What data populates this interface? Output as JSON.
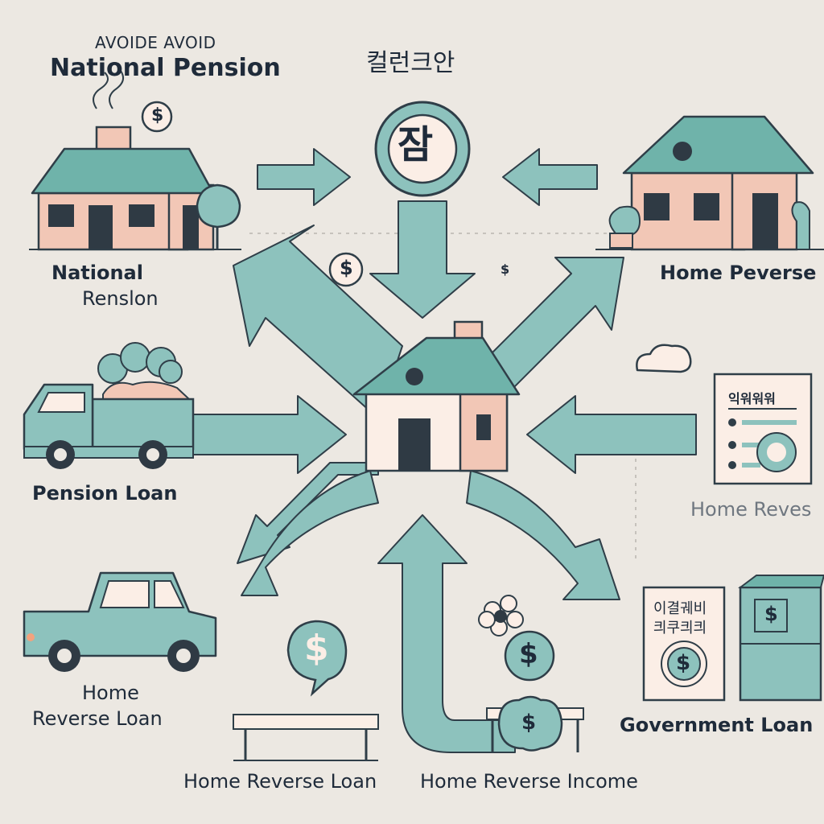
{
  "header": {
    "subtitle": "AVOIDE AVOID",
    "title": "National Pension",
    "korean_title": "컬런크안",
    "center_badge": "잠"
  },
  "labels": {
    "national_pension": "National",
    "national_pension_line2": "Renslon",
    "home_reverse_top": "Home Peverse",
    "pension_loan": "Pension Loan",
    "home_reverse_right": "Home  Reves",
    "home_reverse_loan_left_1": "Home",
    "home_reverse_loan_left_2": "Reverse Loan",
    "government_loan": "Government Loan",
    "bottom_left": "Home Reverse Loan",
    "bottom_right": "Home Reverse Income"
  },
  "doc_right": {
    "heading": "익워워워"
  },
  "doc_gov": {
    "line1": "이결궤비",
    "line2": "킈쿠킈킈"
  },
  "symbols": {
    "dollar": "$"
  },
  "colors": {
    "background": "#ece8e2",
    "teal": "#8dc2bd",
    "teal_dark": "#2f3e48",
    "roof": "#6fb3aa",
    "wall_pink": "#f2c7b6",
    "wall_light": "#fbeee6",
    "door": "#2f3a44"
  }
}
